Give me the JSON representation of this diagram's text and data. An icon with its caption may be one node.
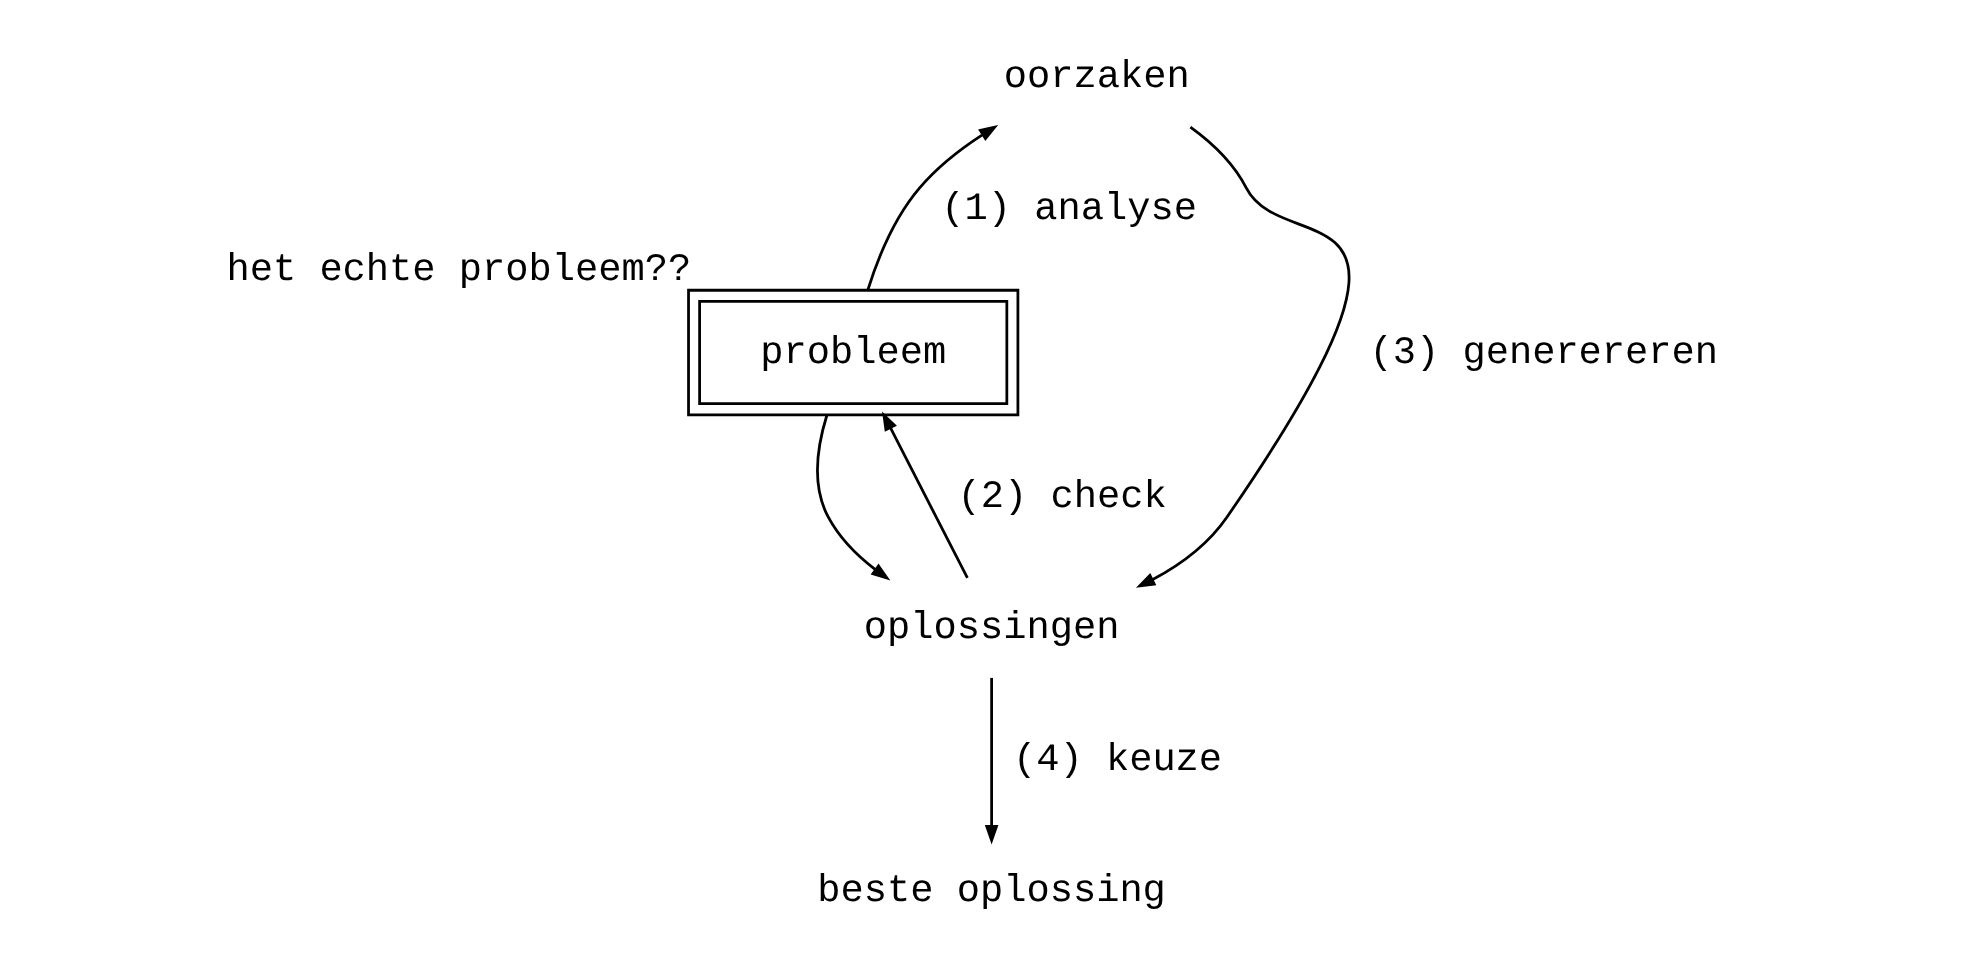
{
  "diagram": {
    "nodes": [
      {
        "text": [
          "oorzaken"
        ]
      },
      {
        "text": [
          "probleem"
        ],
        "beside": [
          "het echte probleem??"
        ]
      },
      {
        "text": [
          "oplossingen"
        ]
      },
      {
        "text": [
          "beste oplossing"
        ]
      }
    ],
    "edges": [
      {
        "from": 1,
        "to": 0,
        "arrow": "to",
        "label": "(1) analyse"
      },
      {
        "from": 1,
        "to": 2,
        "arrow": "to"
      },
      {
        "from": 2,
        "to": 1,
        "arrow": "to",
        "label": "(2) check"
      },
      {
        "from": 0,
        "to": 2,
        "arrow": "to",
        "label": "(3) generereren"
      },
      {
        "from": 2,
        "to": 3,
        "arrow": "to",
        "label": "(4) keuze"
      }
    ]
  }
}
